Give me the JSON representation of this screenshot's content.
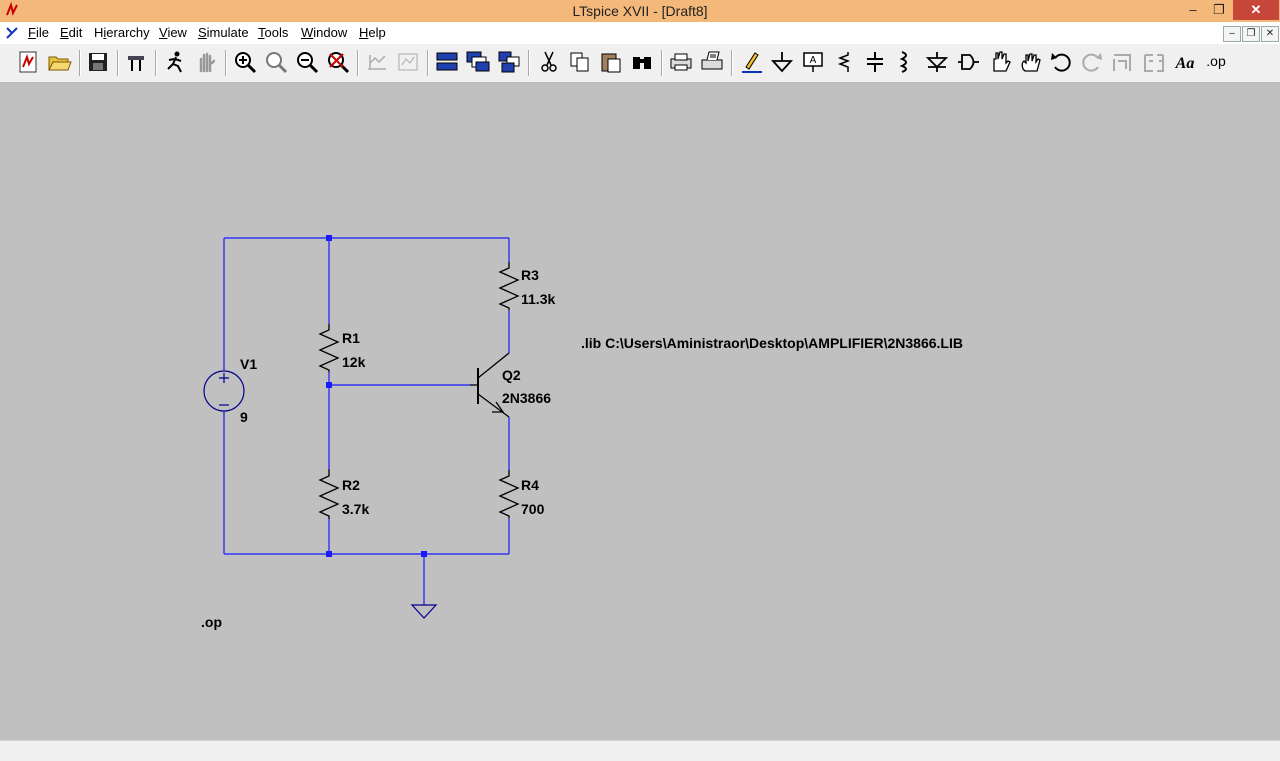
{
  "window": {
    "title": "LTspice XVII - [Draft8]",
    "min_label": "–",
    "max_label": "❐",
    "close_label": "✕"
  },
  "menu": [
    "File",
    "Edit",
    "Hierarchy",
    "View",
    "Simulate",
    "Tools",
    "Window",
    "Help"
  ],
  "mdi_controls": [
    "–",
    "❐",
    "✕"
  ],
  "toolbar_icons": [
    "new-schematic-icon",
    "open-icon",
    "save-icon",
    "control-panel-icon",
    "run-icon",
    "halt-icon",
    "zoom-in-icon",
    "pan-icon",
    "zoom-out-icon",
    "zoom-fit-icon",
    "autorange-icon",
    "split-icon",
    "tile-horizontal-icon",
    "cascade-icon",
    "tile-vertical-icon",
    "cut-icon",
    "copy-icon",
    "paste-icon",
    "find-icon",
    "print-icon",
    "print-setup-icon",
    "draw-wire-icon",
    "ground-icon",
    "label-net-icon",
    "resistor-icon",
    "capacitor-icon",
    "inductor-icon",
    "diode-icon",
    "component-icon",
    "move-icon",
    "drag-icon",
    "undo-icon",
    "redo-icon",
    "rotate-icon",
    "mirror-icon",
    "text-icon",
    "spice-directive-icon"
  ],
  "schematic": {
    "components": {
      "v1": {
        "name": "V1",
        "value": "9"
      },
      "r1": {
        "name": "R1",
        "value": "12k"
      },
      "r2": {
        "name": "R2",
        "value": "3.7k"
      },
      "r3": {
        "name": "R3",
        "value": "11.3k"
      },
      "r4": {
        "name": "R4",
        "value": "700"
      },
      "q2": {
        "name": "Q2",
        "value": "2N3866"
      }
    },
    "directives": {
      "lib": ".lib C:\\Users\\Aministraor\\Desktop\\AMPLIFIER\\2N3866.LIB",
      "op": ".op",
      "spice_button": ".op",
      "text_button": "Aa"
    },
    "colors": {
      "wire": "#1a1aff",
      "background": "#c0c0c0",
      "symbol": "#00008b"
    }
  }
}
